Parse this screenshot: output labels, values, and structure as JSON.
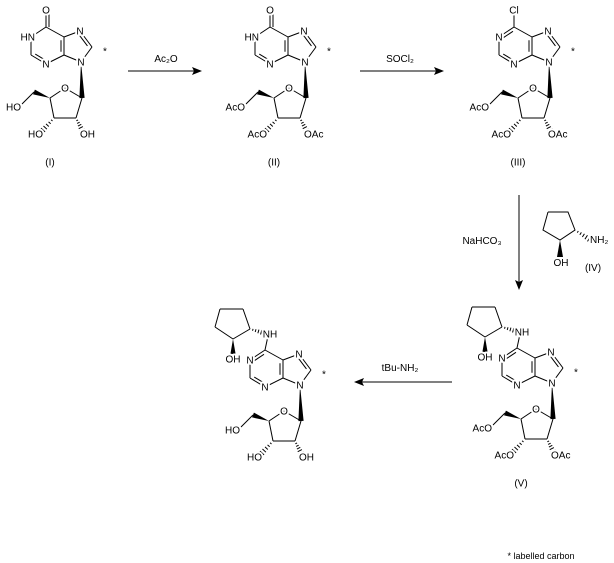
{
  "reagents": {
    "step1": "Ac₂O",
    "step2": "SOCl₂",
    "step3": "NaHCO₃",
    "step4": "tBu-NH₂"
  },
  "atoms": {
    "n": "N",
    "ring_o": "O",
    "star": "*"
  },
  "compounds": [
    {
      "id": "I",
      "label": "(I)",
      "top": "O",
      "n1": "HN",
      "o5": "HO",
      "o3": "HO",
      "o2": "OH"
    },
    {
      "id": "II",
      "label": "(II)",
      "top": "O",
      "n1": "HN",
      "o5": "AcO",
      "o3": "AcO",
      "o2": "OAc"
    },
    {
      "id": "III",
      "label": "(III)",
      "top": "Cl",
      "n1": "N",
      "o5": "AcO",
      "o3": "AcO",
      "o2": "OAc"
    },
    {
      "id": "V",
      "label": "(V)",
      "amine": "NH",
      "oh": "OH",
      "n1": "N",
      "o5": "AcO",
      "o3": "AcO",
      "o2": "OAc"
    },
    {
      "id": "VI",
      "amine": "NH",
      "oh": "OH",
      "n1": "N",
      "o5": "HO",
      "o3": "HO",
      "o2": "OH"
    }
  ],
  "reactant_iv": {
    "label": "(IV)",
    "amine": "NH₂",
    "oh": "OH"
  },
  "footnote": "* labelled carbon"
}
